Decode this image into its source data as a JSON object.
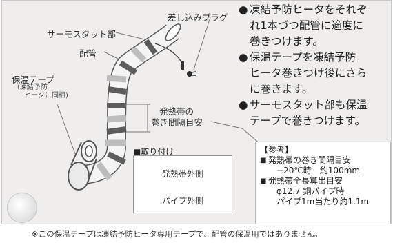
{
  "labels": {
    "plug": "差し込みプラグ",
    "thermostat": "サーモスタット部",
    "pipe": "配管",
    "tape": "保温テープ",
    "tape_sub1": "(凍結予防",
    "tape_sub2": "ヒータに同梱)",
    "spacing1": "発熱帯の",
    "spacing2": "巻き間隔目安"
  },
  "bullets": [
    {
      "marker": "●",
      "lines": [
        "凍結予防ヒータをそれぞ",
        "れ1本づつ配管に適度に",
        "巻きつけます。"
      ]
    },
    {
      "marker": "●",
      "lines": [
        "保温テープを凍結予防",
        "ヒータ巻きつけ後にさら",
        "に巻きます。"
      ]
    },
    {
      "marker": "●",
      "lines": [
        "サーモスタット部も保温",
        "テープで巻きつけます。"
      ]
    }
  ],
  "mounting": {
    "title": "■取り付け",
    "outer": "発熱帯外側",
    "pipe": "パイプ外側"
  },
  "reference": {
    "title": "【参考】",
    "item1_label": "発熱帯の巻き間隔目安",
    "item1_value": "−20℃時　約100mm",
    "item2_label": "発熱帯全長算出目安",
    "item2_line2": "φ12.7 銅パイプ時",
    "item2_line3": "パイプ1m当たり約1.1m",
    "bullet": "■"
  },
  "footnote": "※この保温テープは凍結予防ヒータ専用テープで、配管の保温用ではありません。"
}
